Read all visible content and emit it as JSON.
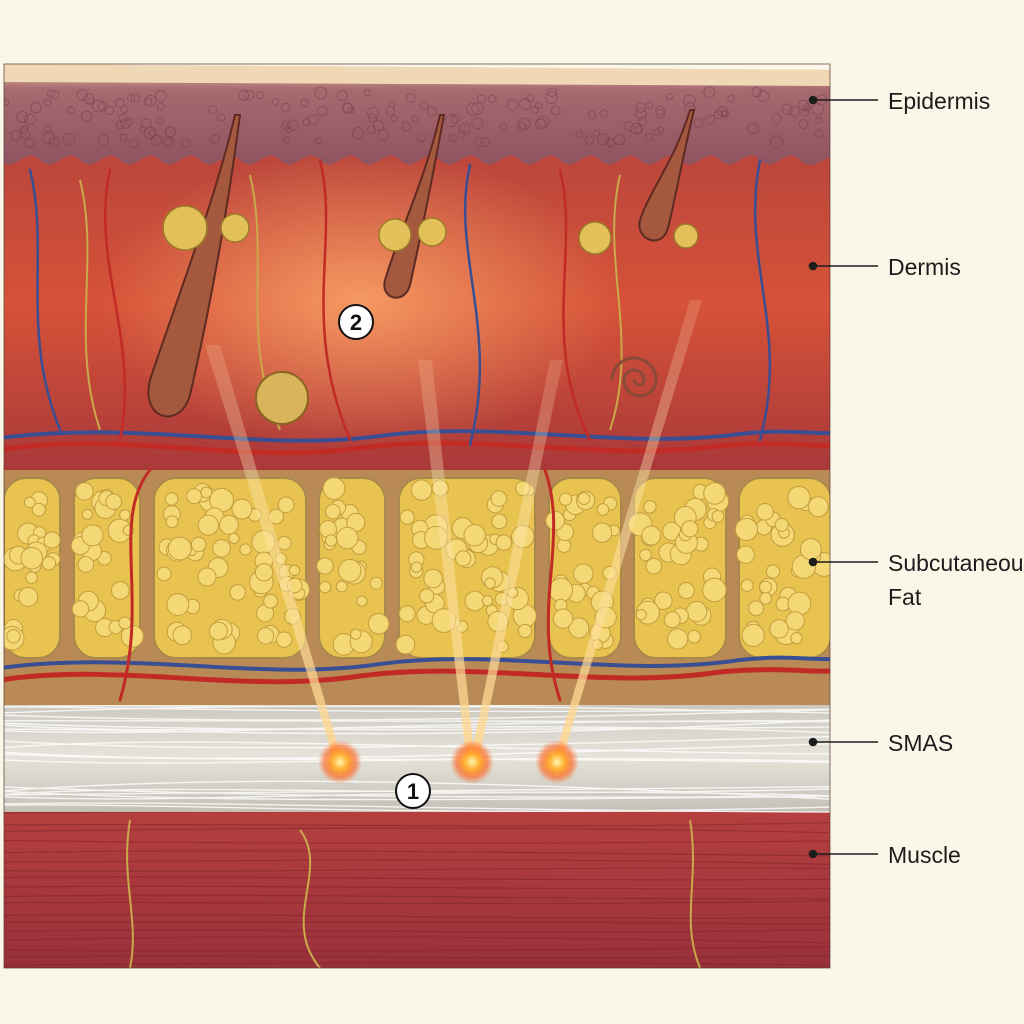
{
  "layers": [
    {
      "id": "epidermis",
      "label": "Epidermis"
    },
    {
      "id": "dermis",
      "label": "Dermis"
    },
    {
      "id": "subcutaneous-fat",
      "label": "Subcutaneous\nFat"
    },
    {
      "id": "smas",
      "label": "SMAS"
    },
    {
      "id": "muscle",
      "label": "Muscle"
    }
  ],
  "markers": [
    {
      "id": "marker-1",
      "label": "1"
    },
    {
      "id": "marker-2",
      "label": "2"
    }
  ],
  "colors": {
    "background": "#fbf7e8",
    "epidermis": "#9c5c66",
    "dermis": "#c9483a",
    "fat": "#e8c34f",
    "smas": "#d7d4ca",
    "muscle": "#a8353b",
    "artery": "#c22a26",
    "vein": "#3a4f93",
    "nerve": "#c9a94a",
    "energy_beam": "#ffc98a",
    "focal_point": "#ff5a10"
  }
}
